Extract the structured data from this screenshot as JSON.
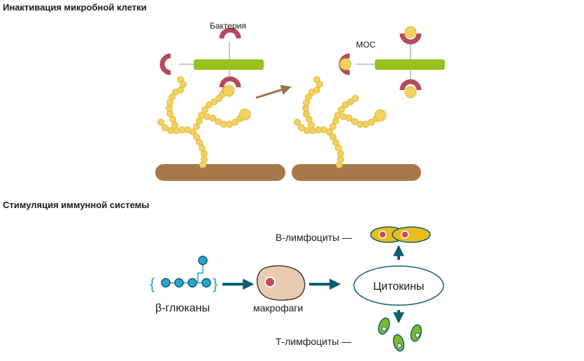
{
  "section1": {
    "title": "Инактивация микробной клетки",
    "bacteria_label": "Бактерия",
    "moc_label": "МОС"
  },
  "section2": {
    "title": "Стимуляция иммунной системы",
    "beta_glucans_label": "β-глюканы",
    "macrophages_label": "макрофаги",
    "cytokines_label": "Цитокины",
    "b_lymphocytes_label": "В-лимфоциты —",
    "t_lymphocytes_label": "Т-лимфоциты —"
  },
  "colors": {
    "bar_brown": "#a8774a",
    "bacteria_green": "#96c11f",
    "receptor_red": "#b74a5a",
    "bead_yellow": "#f2d163",
    "arrow_brown": "#a07548",
    "arrow_teal": "#0e5f73",
    "glucan_blue": "#2aa3cf",
    "macrophage_fill": "#e8ccb1",
    "lymph_b_fill": "#e8bd1d",
    "lymph_t_fill": "#7dbb2a",
    "nucleus_red": "#c94a52"
  }
}
